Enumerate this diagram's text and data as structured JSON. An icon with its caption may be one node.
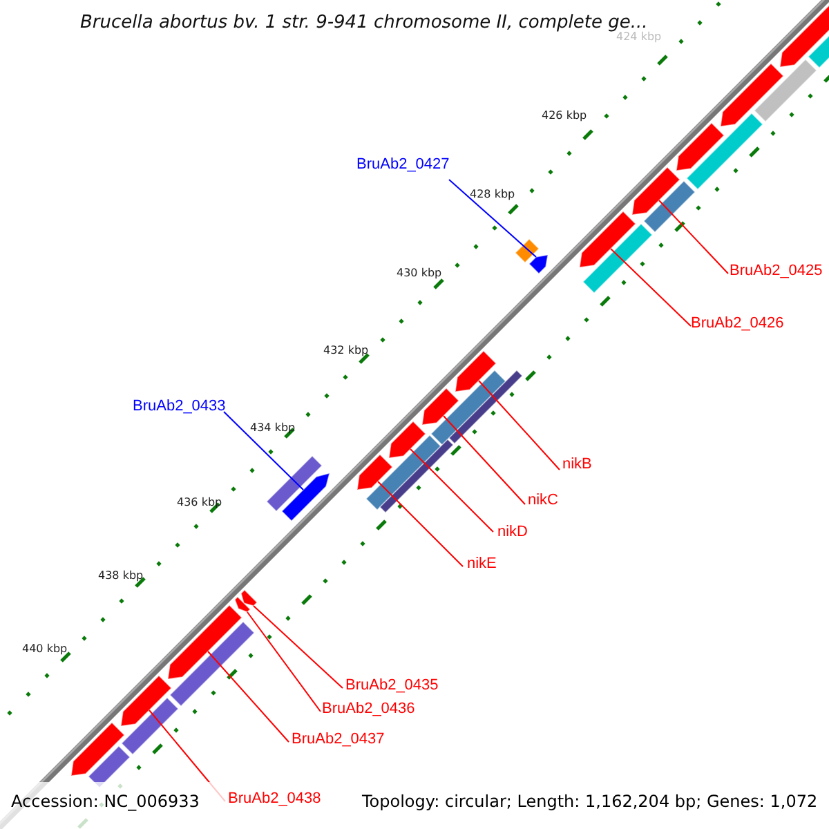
{
  "diagram": {
    "title": "Brucella abortus bv. 1 str. 9-941 chromosome II, complete ge...",
    "nodes": [
      {
        "text": [
          "BruAb2_0427"
        ]
      },
      {
        "text": [
          "BruAb2_0425"
        ]
      },
      {
        "text": [
          "BruAb2_0426"
        ]
      },
      {
        "text": [
          "BruAb2_0433"
        ]
      },
      {
        "text": [
          "nikB"
        ]
      },
      {
        "text": [
          "nikC"
        ]
      },
      {
        "text": [
          "nikD"
        ]
      },
      {
        "text": [
          "nikE"
        ]
      },
      {
        "text": [
          "BruAb2_0435"
        ]
      },
      {
        "text": [
          "BruAb2_0436"
        ]
      },
      {
        "text": [
          "BruAb2_0437"
        ]
      },
      {
        "text": [
          "BruAb2_0438"
        ]
      },
      {
        "text": [],
        "shape": "arrow"
      },
      {
        "text": [],
        "shape": "arrow"
      },
      {
        "text": [],
        "shape": "arrow"
      },
      {
        "text": [],
        "shape": "arrow"
      },
      {
        "text": [],
        "shape": "arrow"
      },
      {
        "text": [],
        "shape": "arrow"
      },
      {
        "text": [],
        "shape": "arrow"
      },
      {
        "text": [],
        "shape": "arrow"
      },
      {
        "text": [],
        "shape": "arrow"
      },
      {
        "text": [],
        "shape": "arrow"
      },
      {
        "text": [],
        "shape": "arrow"
      },
      {
        "text": [],
        "shape": "arrow"
      },
      {
        "text": [],
        "shape": "arrow"
      },
      {
        "text": [],
        "shape": "arrow"
      },
      {
        "text": [],
        "shape": "arrow"
      },
      {
        "text": [],
        "shape": "box"
      },
      {
        "text": [],
        "shape": "box"
      },
      {
        "text": [],
        "shape": "box"
      },
      {
        "text": [],
        "shape": "box"
      },
      {
        "text": [],
        "shape": "box"
      },
      {
        "text": [],
        "shape": "box"
      },
      {
        "text": [],
        "shape": "box"
      },
      {
        "text": [],
        "shape": "box"
      },
      {
        "text": [],
        "shape": "box"
      },
      {
        "text": [],
        "shape": "box"
      },
      {
        "text": [],
        "shape": "box"
      },
      {
        "text": [],
        "shape": "arrow"
      },
      {
        "text": [],
        "shape": "box"
      },
      {
        "text": [],
        "shape": "box"
      },
      {
        "text": [],
        "shape": "box"
      }
    ],
    "edges": [
      {
        "from": 0,
        "to": 12,
        "arrow": "none",
        "color": "#0000ff"
      },
      {
        "from": 1,
        "to": 13,
        "arrow": "none"
      },
      {
        "from": 2,
        "to": 14,
        "arrow": "none"
      },
      {
        "from": 3,
        "to": 15,
        "arrow": "none",
        "color": "#0000ff"
      },
      {
        "from": 4,
        "to": 16,
        "arrow": "none"
      },
      {
        "from": 5,
        "to": 17,
        "arrow": "none"
      },
      {
        "from": 6,
        "to": 18,
        "arrow": "none"
      },
      {
        "from": 7,
        "to": 19,
        "arrow": "none"
      },
      {
        "from": 8,
        "to": 20,
        "arrow": "none"
      },
      {
        "from": 9,
        "to": 21,
        "arrow": "none"
      },
      {
        "from": 10,
        "to": 22,
        "arrow": "none"
      },
      {
        "from": 11,
        "to": 23,
        "arrow": "none"
      }
    ],
    "labels": [
      "424 kbp",
      "426 kbp",
      "428 kbp",
      "430 kbp",
      "432 kbp",
      "434 kbp",
      "436 kbp",
      "438 kbp",
      "440 kbp",
      "Accession: NC_006933",
      "Topology: circular; Length: 1,162,204 bp; Genes: 1,072"
    ]
  }
}
